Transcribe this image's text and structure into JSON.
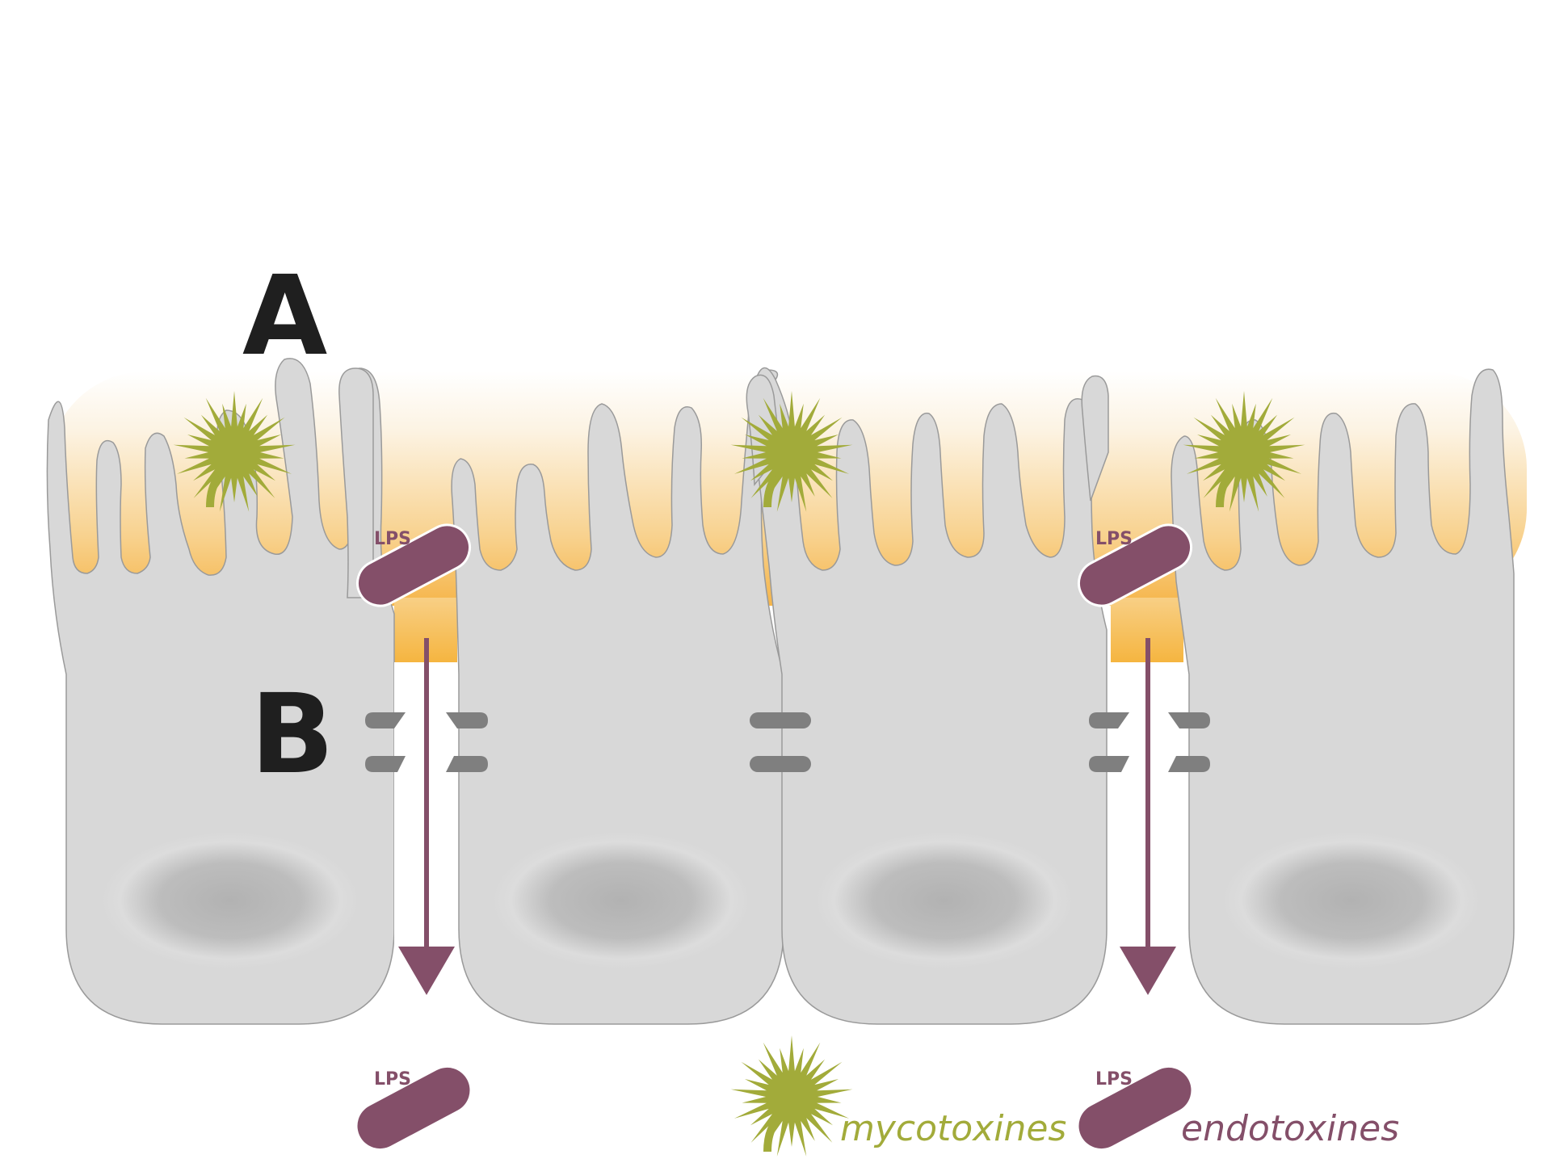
{
  "labels": {
    "region_a": "A",
    "region_b": "B",
    "lps": "LPS"
  },
  "legend": {
    "mycotoxins": "mycotoxines",
    "endotoxins": "endotoxines"
  },
  "colors": {
    "cell": "#d8d8d8",
    "cell_outline": "#9a9a9a",
    "nucleus": "#b4b4b4",
    "mucus": "#f5b74d",
    "mycotoxin": "#a2ab3a",
    "endotoxin": "#844f69",
    "tight_junction": "#7f7f7f",
    "label": "#1f1f1f"
  },
  "icons": {
    "mycotoxin": "spiky-spore-icon",
    "endotoxin": "bacterium-lps-icon",
    "junction": "tight-junction-icon",
    "arrow": "down-arrow-icon"
  }
}
